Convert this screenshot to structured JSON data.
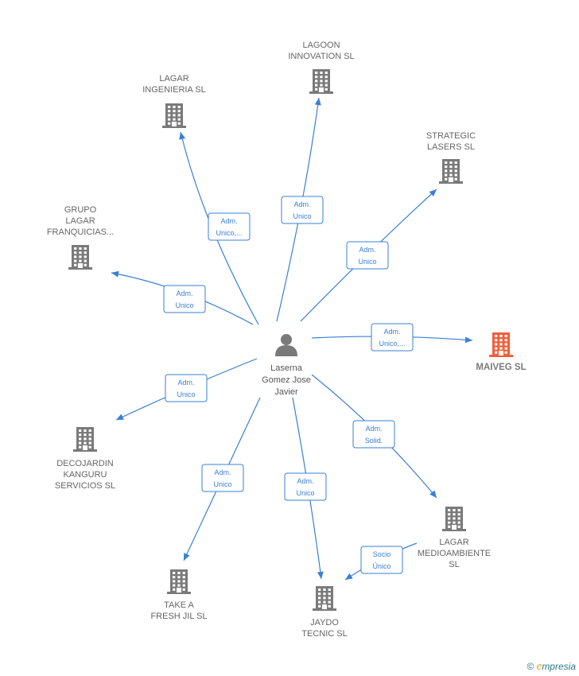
{
  "colors": {
    "edge": "#3a7fd5",
    "company": "#7a7a7a",
    "focus_company": "#f0603a",
    "person": "#7a7a7a"
  },
  "person": {
    "label": [
      "Laserna",
      "Gomez Jose",
      "Javier"
    ],
    "icon": "person-icon"
  },
  "companies": [
    {
      "id": "lagoon",
      "label": [
        "LAGOON",
        "INNOVATION  SL"
      ],
      "icon": "building-icon"
    },
    {
      "id": "lagar-ing",
      "label": [
        "LAGAR",
        "INGENIERIA  SL"
      ],
      "icon": "building-icon"
    },
    {
      "id": "strategic",
      "label": [
        "STRATEGIC",
        "LASERS  SL"
      ],
      "icon": "building-icon"
    },
    {
      "id": "grupo",
      "label": [
        "GRUPO",
        "LAGAR",
        "FRANQUICIAS..."
      ],
      "icon": "building-icon"
    },
    {
      "id": "maiveg",
      "label": [
        "MAIVEG  SL"
      ],
      "icon": "building-icon",
      "focus": true
    },
    {
      "id": "decojardin",
      "label": [
        "DECOJARDIN",
        "KANGURU",
        "SERVICIOS  SL"
      ],
      "icon": "building-icon"
    },
    {
      "id": "lagar-medio",
      "label": [
        "LAGAR",
        "MEDIOAMBIENTE",
        "SL"
      ],
      "icon": "building-icon"
    },
    {
      "id": "takea",
      "label": [
        "TAKE A",
        "FRESH JIL  SL"
      ],
      "icon": "building-icon"
    },
    {
      "id": "jaydo",
      "label": [
        "JAYDO",
        "TECNIC SL"
      ],
      "icon": "building-icon"
    }
  ],
  "edges": [
    {
      "from": "person",
      "to": "lagar-ing",
      "label": [
        "Adm.",
        "Unico,..."
      ]
    },
    {
      "from": "person",
      "to": "lagoon",
      "label": [
        "Adm.",
        "Unico"
      ]
    },
    {
      "from": "person",
      "to": "strategic",
      "label": [
        "Adm.",
        "Unico"
      ]
    },
    {
      "from": "person",
      "to": "grupo",
      "label": [
        "Adm.",
        "Unico"
      ]
    },
    {
      "from": "person",
      "to": "maiveg",
      "label": [
        "Adm.",
        "Unico,..."
      ]
    },
    {
      "from": "person",
      "to": "decojardin",
      "label": [
        "Adm.",
        "Unico"
      ]
    },
    {
      "from": "person",
      "to": "lagar-medio",
      "label": [
        "Adm.",
        "Solid."
      ]
    },
    {
      "from": "person",
      "to": "takea",
      "label": [
        "Adm.",
        "Unico"
      ]
    },
    {
      "from": "person",
      "to": "jaydo",
      "label": [
        "Adm.",
        "Unico"
      ]
    },
    {
      "from": "lagar-medio",
      "to": "jaydo",
      "label": [
        "Socio",
        "Único"
      ]
    }
  ],
  "brand": {
    "symbol": "©",
    "first": "e",
    "rest": "mpresia"
  }
}
